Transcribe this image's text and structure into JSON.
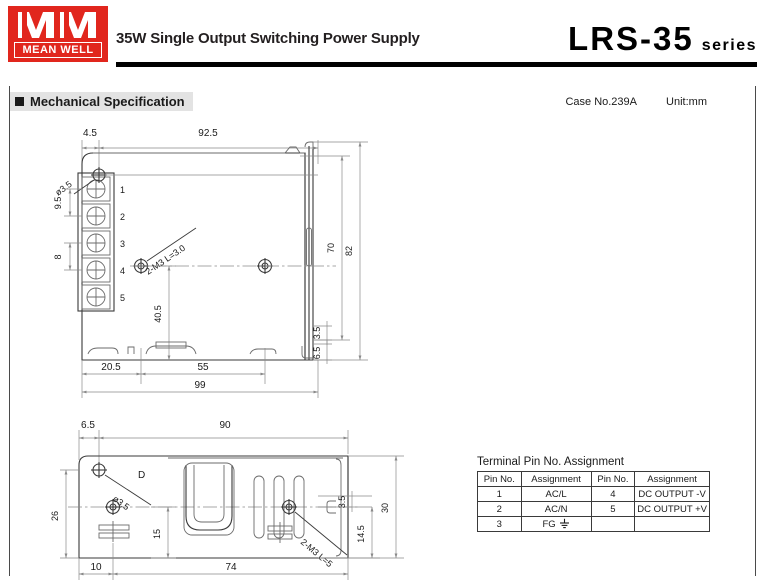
{
  "header": {
    "logo_brand": "MEAN WELL",
    "logo_mark": "MW",
    "subtitle": "35W Single Output Switching Power Supply",
    "model_code": "LRS-35",
    "model_series": "series",
    "brand_color": "#e1261d"
  },
  "section": {
    "title": "Mechanical Specification",
    "case_no": "Case No.239A",
    "unit": "Unit:mm"
  },
  "drawing": {
    "top_view": {
      "dimensions": {
        "d_4_5": "4.5",
        "d_92_5": "92.5",
        "d_9_5": "9.5",
        "d_8": "8",
        "d_20_5": "20.5",
        "d_55": "55",
        "d_99": "99",
        "d_40_5": "40.5",
        "d_70": "70",
        "d_82": "82",
        "d_3_5v": "3.5",
        "d_6_5v": "6.5"
      },
      "hole_label": "ø3.5",
      "screw_label": "2-M3 L=3.0",
      "terminal_numbers": [
        "1",
        "2",
        "3",
        "4",
        "5"
      ]
    },
    "bottom_view": {
      "dimensions": {
        "d_6_5": "6.5",
        "d_90": "90",
        "d_26": "26",
        "d_15": "15",
        "d_10": "10",
        "d_74": "74",
        "d_30": "30",
        "d_3_5": "3.5",
        "d_14_5": "14.5"
      },
      "hole_label": "ø3.5",
      "screw_label": "2-M3 L=5",
      "marking": "D"
    }
  },
  "pin_table": {
    "caption": "Terminal Pin No. Assignment",
    "headers": [
      "Pin No.",
      "Assignment",
      "Pin No.",
      "Assignment"
    ],
    "rows": [
      {
        "pin_a": "1",
        "assign_a": "AC/L",
        "pin_b": "4",
        "assign_b": "DC OUTPUT -V"
      },
      {
        "pin_a": "2",
        "assign_a": "AC/N",
        "pin_b": "5",
        "assign_b": "DC OUTPUT +V"
      },
      {
        "pin_a": "3",
        "assign_a": "FG",
        "pin_b": "",
        "assign_b": ""
      }
    ],
    "ground_symbol_name": "earth-ground-icon"
  }
}
